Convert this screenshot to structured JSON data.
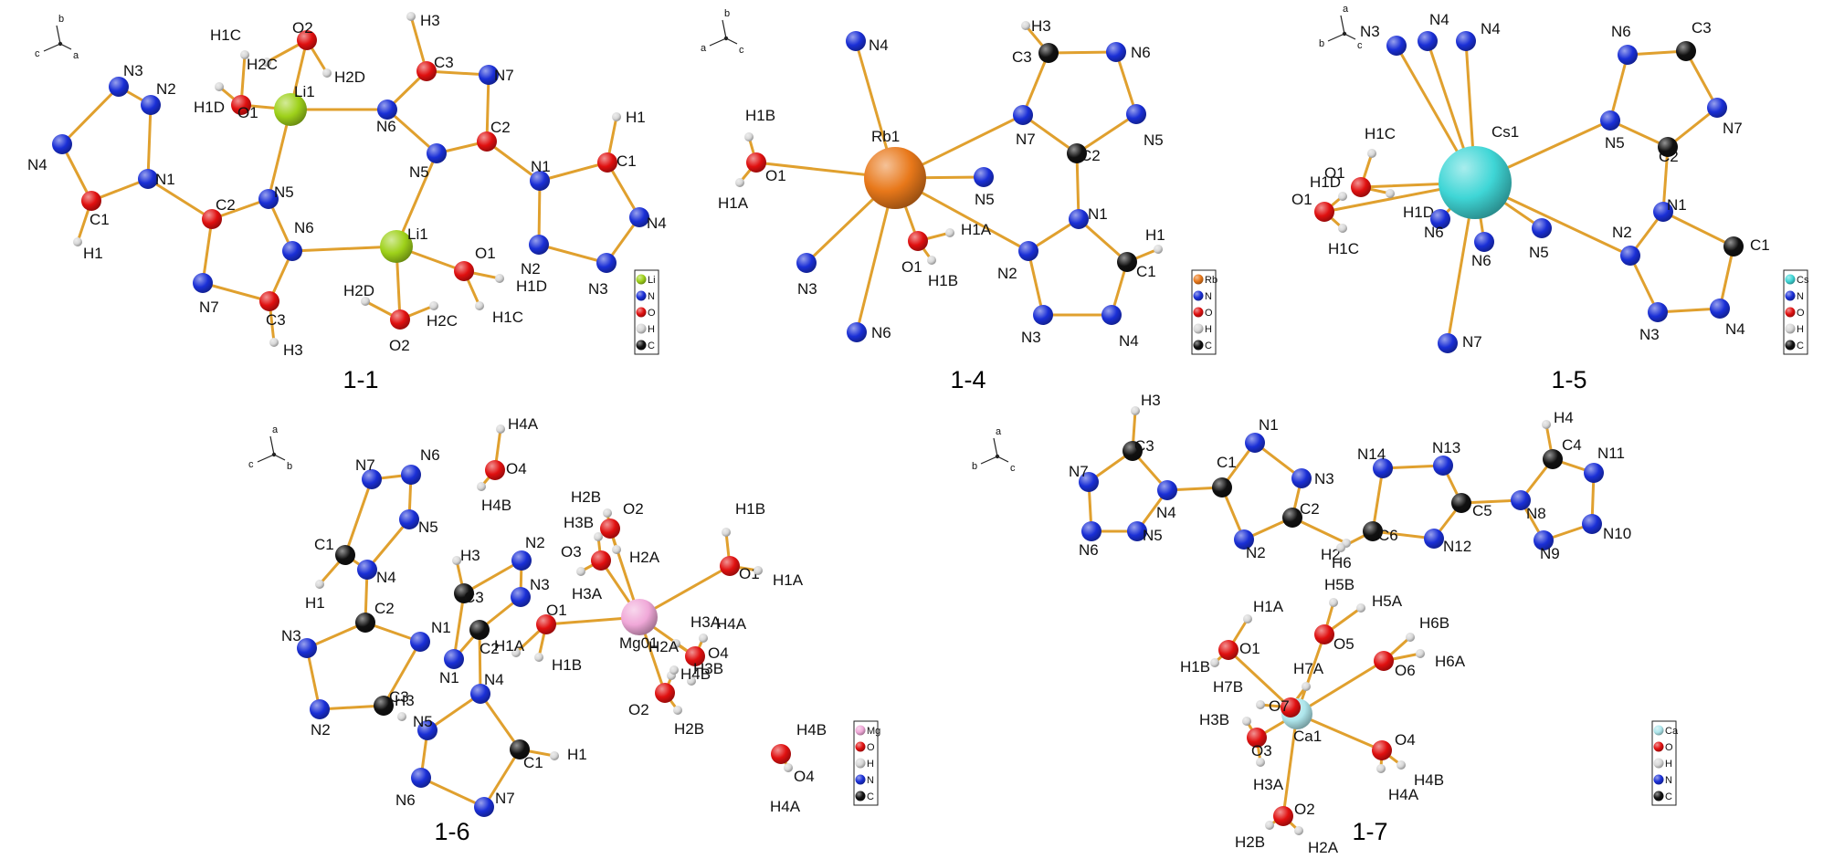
{
  "colors": {
    "N": "#1a2fd6",
    "O": "#e01010",
    "C": "#111111",
    "H": "#d8d8d8",
    "Li": "#9ed11a",
    "Rb": "#e8781a",
    "Cs": "#3fd6d6",
    "Mg": "#f0a8d8",
    "Ca": "#aee6ec",
    "bond": "#e0a02e"
  },
  "panels": [
    {
      "title": "1-1",
      "axes": [
        "b",
        "c",
        "a"
      ],
      "legend": [
        "Li",
        "N",
        "O",
        "H",
        "C"
      ],
      "atoms": [
        {
          "label": "N3",
          "el": "N"
        },
        {
          "label": "N2",
          "el": "N"
        },
        {
          "label": "N4",
          "el": "N"
        },
        {
          "label": "N1",
          "el": "N"
        },
        {
          "label": "C1",
          "el": "O"
        },
        {
          "label": "H1",
          "el": "H"
        },
        {
          "label": "C2",
          "el": "O"
        },
        {
          "label": "N5",
          "el": "N"
        },
        {
          "label": "N6",
          "el": "N"
        },
        {
          "label": "N7",
          "el": "N"
        },
        {
          "label": "C3",
          "el": "O"
        },
        {
          "label": "H3",
          "el": "H"
        },
        {
          "label": "Li1",
          "el": "Li"
        },
        {
          "label": "O1",
          "el": "O"
        },
        {
          "label": "H1C",
          "el": "H"
        },
        {
          "label": "H1D",
          "el": "H"
        },
        {
          "label": "O2",
          "el": "O"
        },
        {
          "label": "H2C",
          "el": "H"
        },
        {
          "label": "H2D",
          "el": "H"
        },
        {
          "label": "H3",
          "el": "H"
        },
        {
          "label": "C3",
          "el": "O"
        },
        {
          "label": "N7",
          "el": "N"
        },
        {
          "label": "N6",
          "el": "N"
        },
        {
          "label": "C2",
          "el": "O"
        },
        {
          "label": "N5",
          "el": "N"
        },
        {
          "label": "N1",
          "el": "N"
        },
        {
          "label": "H1",
          "el": "H"
        },
        {
          "label": "C1",
          "el": "O"
        },
        {
          "label": "N4",
          "el": "N"
        },
        {
          "label": "N2",
          "el": "N"
        },
        {
          "label": "N3",
          "el": "N"
        },
        {
          "label": "Li1",
          "el": "Li"
        },
        {
          "label": "O1",
          "el": "O"
        },
        {
          "label": "H1D",
          "el": "H"
        },
        {
          "label": "H1C",
          "el": "H"
        },
        {
          "label": "O2",
          "el": "O"
        },
        {
          "label": "H2D",
          "el": "H"
        },
        {
          "label": "H2C",
          "el": "H"
        }
      ]
    },
    {
      "title": "1-4",
      "axes": [
        "b",
        "a",
        "c"
      ],
      "legend": [
        "Rb",
        "N",
        "O",
        "H",
        "C"
      ],
      "atoms": [
        {
          "label": "N4",
          "el": "N"
        },
        {
          "label": "Rb1",
          "el": "Rb"
        },
        {
          "label": "O1",
          "el": "O"
        },
        {
          "label": "H1B",
          "el": "H"
        },
        {
          "label": "H1A",
          "el": "H"
        },
        {
          "label": "N3",
          "el": "N"
        },
        {
          "label": "N6",
          "el": "N"
        },
        {
          "label": "N5",
          "el": "N"
        },
        {
          "label": "O1",
          "el": "O"
        },
        {
          "label": "H1A",
          "el": "H"
        },
        {
          "label": "H1B",
          "el": "H"
        },
        {
          "label": "H3",
          "el": "H"
        },
        {
          "label": "C3",
          "el": "C"
        },
        {
          "label": "N6",
          "el": "N"
        },
        {
          "label": "N7",
          "el": "N"
        },
        {
          "label": "N5",
          "el": "N"
        },
        {
          "label": "C2",
          "el": "C"
        },
        {
          "label": "N1",
          "el": "N"
        },
        {
          "label": "N2",
          "el": "N"
        },
        {
          "label": "C1",
          "el": "C"
        },
        {
          "label": "H1",
          "el": "H"
        },
        {
          "label": "N3",
          "el": "N"
        },
        {
          "label": "N4",
          "el": "N"
        }
      ]
    },
    {
      "title": "1-5",
      "axes": [
        "a",
        "b",
        "c"
      ],
      "legend": [
        "Cs",
        "N",
        "O",
        "H",
        "C"
      ],
      "atoms": [
        {
          "label": "N3",
          "el": "N"
        },
        {
          "label": "N4",
          "el": "N"
        },
        {
          "label": "N4",
          "el": "N"
        },
        {
          "label": "Cs1",
          "el": "Cs"
        },
        {
          "label": "H1C",
          "el": "H"
        },
        {
          "label": "O1",
          "el": "O"
        },
        {
          "label": "H1D",
          "el": "H"
        },
        {
          "label": "O1",
          "el": "O"
        },
        {
          "label": "H1D",
          "el": "H"
        },
        {
          "label": "H1C",
          "el": "H"
        },
        {
          "label": "N6",
          "el": "N"
        },
        {
          "label": "N6",
          "el": "N"
        },
        {
          "label": "N5",
          "el": "N"
        },
        {
          "label": "N7",
          "el": "N"
        },
        {
          "label": "N6",
          "el": "N"
        },
        {
          "label": "C3",
          "el": "C"
        },
        {
          "label": "N5",
          "el": "N"
        },
        {
          "label": "N7",
          "el": "N"
        },
        {
          "label": "C2",
          "el": "C"
        },
        {
          "label": "N1",
          "el": "N"
        },
        {
          "label": "N2",
          "el": "N"
        },
        {
          "label": "C1",
          "el": "C"
        },
        {
          "label": "N3",
          "el": "N"
        },
        {
          "label": "N4",
          "el": "N"
        }
      ]
    },
    {
      "title": "1-6",
      "axes": [
        "a",
        "c",
        "b"
      ],
      "legend": [
        "Mg",
        "O",
        "H",
        "N",
        "C"
      ],
      "atoms": [
        {
          "label": "N7",
          "el": "N"
        },
        {
          "label": "N6",
          "el": "N"
        },
        {
          "label": "N5",
          "el": "N"
        },
        {
          "label": "C1",
          "el": "C"
        },
        {
          "label": "H1",
          "el": "H"
        },
        {
          "label": "N4",
          "el": "N"
        },
        {
          "label": "C2",
          "el": "C"
        },
        {
          "label": "N1",
          "el": "N"
        },
        {
          "label": "N3",
          "el": "N"
        },
        {
          "label": "N2",
          "el": "N"
        },
        {
          "label": "C3",
          "el": "C"
        },
        {
          "label": "H4A",
          "el": "H"
        },
        {
          "label": "O4",
          "el": "O"
        },
        {
          "label": "H4B",
          "el": "H"
        },
        {
          "label": "H3",
          "el": "H"
        },
        {
          "label": "C3",
          "el": "C"
        },
        {
          "label": "N2",
          "el": "N"
        },
        {
          "label": "N3",
          "el": "N"
        },
        {
          "label": "N1",
          "el": "N"
        },
        {
          "label": "C2",
          "el": "C"
        },
        {
          "label": "N4",
          "el": "N"
        },
        {
          "label": "N5",
          "el": "N"
        },
        {
          "label": "H3",
          "el": "H"
        },
        {
          "label": "N6",
          "el": "N"
        },
        {
          "label": "N7",
          "el": "N"
        },
        {
          "label": "C1",
          "el": "C"
        },
        {
          "label": "H1",
          "el": "H"
        },
        {
          "label": "O1",
          "el": "O"
        },
        {
          "label": "H1A",
          "el": "H"
        },
        {
          "label": "H1B",
          "el": "H"
        },
        {
          "label": "Mg01",
          "el": "Mg"
        },
        {
          "label": "O2",
          "el": "O"
        },
        {
          "label": "H2B",
          "el": "H"
        },
        {
          "label": "H2A",
          "el": "H"
        },
        {
          "label": "O3",
          "el": "O"
        },
        {
          "label": "H3B",
          "el": "H"
        },
        {
          "label": "H3A",
          "el": "H"
        },
        {
          "label": "O1",
          "el": "O"
        },
        {
          "label": "H1B",
          "el": "H"
        },
        {
          "label": "H1A",
          "el": "H"
        },
        {
          "label": "O4",
          "el": "O"
        },
        {
          "label": "H4A",
          "el": "H"
        },
        {
          "label": "H3A",
          "el": "H"
        },
        {
          "label": "H4B",
          "el": "H"
        },
        {
          "label": "H3B",
          "el": "H"
        },
        {
          "label": "O2",
          "el": "O"
        },
        {
          "label": "H2A",
          "el": "H"
        },
        {
          "label": "H2B",
          "el": "H"
        },
        {
          "label": "H4B",
          "el": "H"
        },
        {
          "label": "O4",
          "el": "O"
        },
        {
          "label": "H4A",
          "el": "H"
        }
      ]
    },
    {
      "title": "1-7",
      "axes": [
        "a",
        "b",
        "c"
      ],
      "legend": [
        "Ca",
        "O",
        "H",
        "N",
        "C"
      ],
      "atoms": [
        {
          "label": "H3",
          "el": "H"
        },
        {
          "label": "C3",
          "el": "C"
        },
        {
          "label": "N7",
          "el": "N"
        },
        {
          "label": "N6",
          "el": "N"
        },
        {
          "label": "N5",
          "el": "N"
        },
        {
          "label": "N4",
          "el": "N"
        },
        {
          "label": "C1",
          "el": "C"
        },
        {
          "label": "N1",
          "el": "N"
        },
        {
          "label": "N3",
          "el": "N"
        },
        {
          "label": "C2",
          "el": "C"
        },
        {
          "label": "N2",
          "el": "N"
        },
        {
          "label": "H2",
          "el": "H"
        },
        {
          "label": "H6",
          "el": "H"
        },
        {
          "label": "C6",
          "el": "C"
        },
        {
          "label": "N14",
          "el": "N"
        },
        {
          "label": "N13",
          "el": "N"
        },
        {
          "label": "C5",
          "el": "C"
        },
        {
          "label": "N12",
          "el": "N"
        },
        {
          "label": "N8",
          "el": "N"
        },
        {
          "label": "C4",
          "el": "C"
        },
        {
          "label": "H4",
          "el": "H"
        },
        {
          "label": "N11",
          "el": "N"
        },
        {
          "label": "N10",
          "el": "N"
        },
        {
          "label": "N9",
          "el": "N"
        },
        {
          "label": "Ca1",
          "el": "Ca"
        },
        {
          "label": "O1",
          "el": "O"
        },
        {
          "label": "H1A",
          "el": "H"
        },
        {
          "label": "H1B",
          "el": "H"
        },
        {
          "label": "O5",
          "el": "O"
        },
        {
          "label": "H5B",
          "el": "H"
        },
        {
          "label": "H5A",
          "el": "H"
        },
        {
          "label": "O6",
          "el": "O"
        },
        {
          "label": "H6B",
          "el": "H"
        },
        {
          "label": "H6A",
          "el": "H"
        },
        {
          "label": "O7",
          "el": "O"
        },
        {
          "label": "H7A",
          "el": "H"
        },
        {
          "label": "H7B",
          "el": "H"
        },
        {
          "label": "O3",
          "el": "O"
        },
        {
          "label": "H3B",
          "el": "H"
        },
        {
          "label": "H3A",
          "el": "H"
        },
        {
          "label": "O4",
          "el": "O"
        },
        {
          "label": "H4B",
          "el": "H"
        },
        {
          "label": "H4A",
          "el": "H"
        },
        {
          "label": "O2",
          "el": "O"
        },
        {
          "label": "H2B",
          "el": "H"
        },
        {
          "label": "H2A",
          "el": "H"
        }
      ]
    }
  ]
}
